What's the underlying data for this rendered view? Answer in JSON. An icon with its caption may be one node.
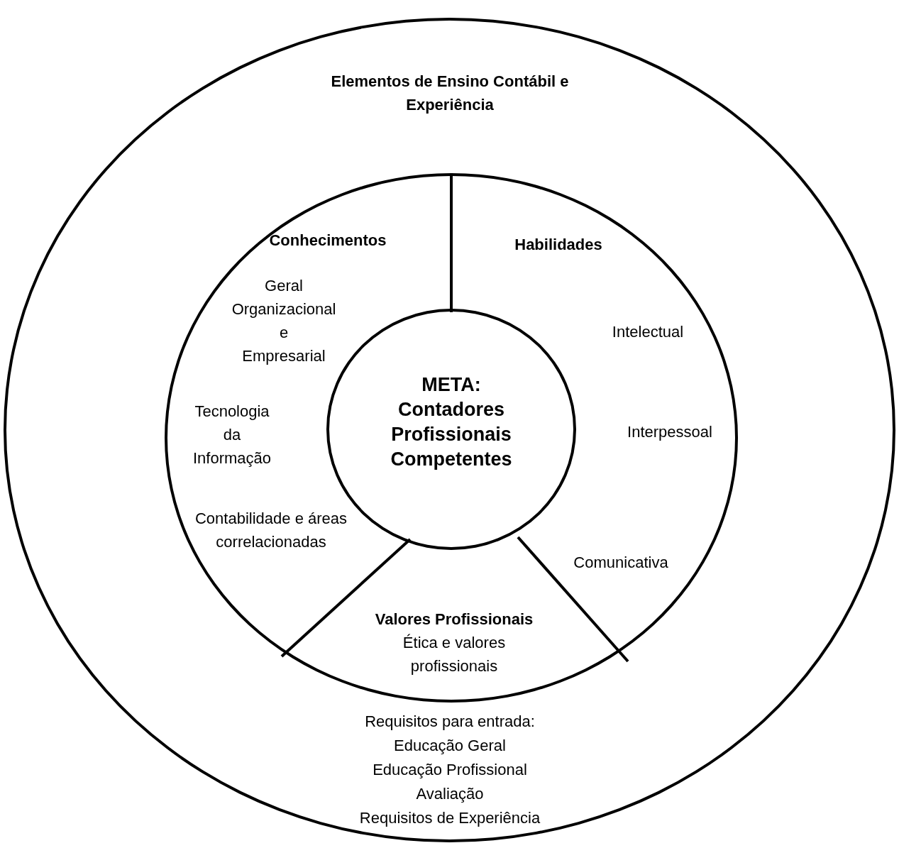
{
  "diagram": {
    "nodes": [
      {
        "text": [
          "Elementos de Ensino Contábil e Experiência",
          "Requisitos para entrada:",
          "Educação Geral",
          "Educação Profissional",
          "Avaliação",
          "Requisitos de Experiência"
        ]
      },
      {
        "text": [],
        "shape": "circle",
        "in": 0
      },
      {
        "text": [
          "Conhecimentos",
          "Geral Organizacional e Empresarial",
          "Tecnologia da Informação",
          "Contabilidade e áreas correlacionadas"
        ],
        "in": 1
      },
      {
        "text": [
          "Habilidades",
          "Intelectual",
          "Interpessoal",
          "Comunicativa"
        ],
        "in": 1
      },
      {
        "text": [
          "Valores Profissionais",
          "Ética e valores profissionais"
        ],
        "in": 1
      },
      {
        "text": [
          "META: Contadores Profissionais Competentes"
        ],
        "in": 1
      }
    ],
    "edges": []
  }
}
